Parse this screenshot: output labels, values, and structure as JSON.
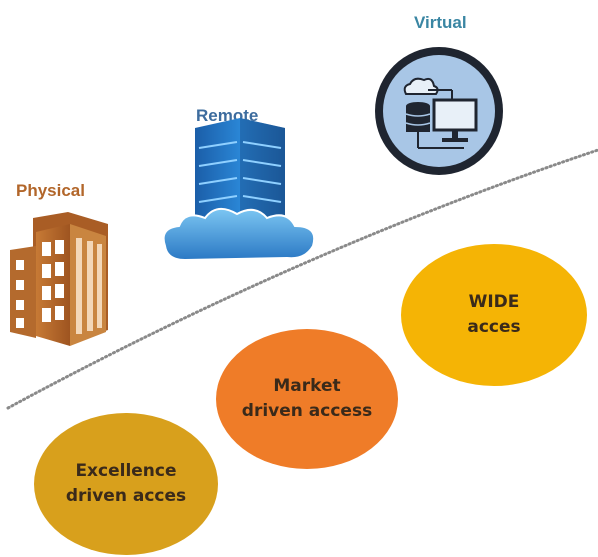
{
  "labels": {
    "physical": "Physical",
    "remote": "Remote",
    "virtual": "Virtual"
  },
  "ovals": [
    {
      "line1": "WIDE",
      "line2": "acces"
    },
    {
      "line1": "Market",
      "line2": "driven access"
    },
    {
      "line1": "Excellence",
      "line2": "driven acces"
    }
  ],
  "colors": {
    "physical": "#b2662a",
    "remote": "#3d6c9e",
    "virtual": "#3a86a3",
    "wide": "#f5b405",
    "market": "#ef7c28",
    "excellence": "#d8a01c"
  },
  "icons": [
    "building-icon",
    "server-cloud-icon",
    "virtual-desktop-icon"
  ]
}
